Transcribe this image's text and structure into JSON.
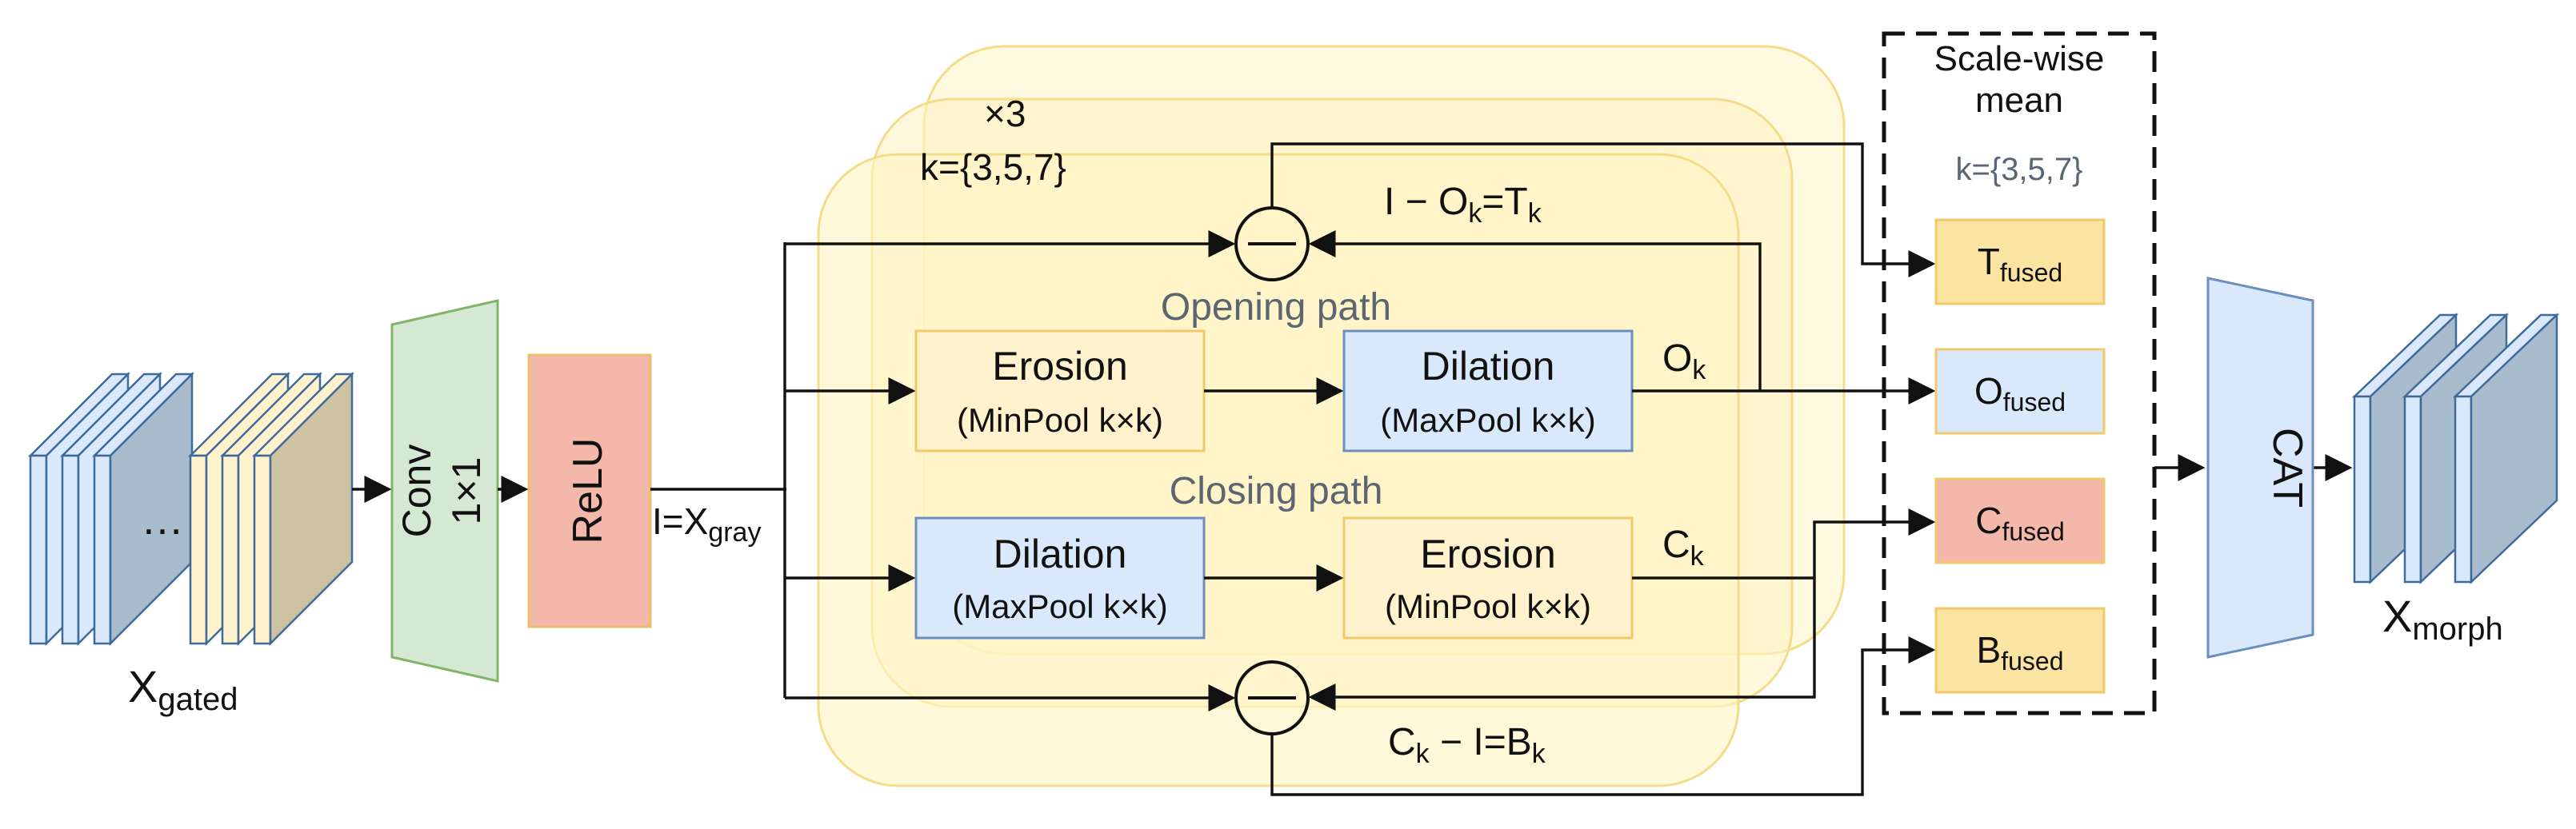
{
  "colors": {
    "blue_fill": "#dae8fc",
    "blue_stroke": "#6c8ebf",
    "yellow_fill": "#fff2cc",
    "yellow_stroke": "#d6b656",
    "red_fill": "#f4b8aa",
    "red_stroke": "#e8c06a",
    "green_fill": "#d5e8d4",
    "green_stroke": "#82b366",
    "khaki_fill": "#cdc3a3",
    "slate_fill": "#a9bccd",
    "glow_fill": "#fff4c4",
    "glow_stroke": "#f5dc8a",
    "path_label": "#5c6572"
  },
  "input": {
    "label": "X",
    "sub": "gated",
    "ellipsis": "…"
  },
  "conv": {
    "line1": "Conv",
    "line2": "1×1"
  },
  "relu": {
    "label": "ReLU"
  },
  "gray": {
    "label": "I=X",
    "sub": "gray"
  },
  "repeat": {
    "times": "×3",
    "kernels": "k={3,5,7}"
  },
  "opening": {
    "title": "Opening path",
    "erosion": {
      "name": "Erosion",
      "op": "(MinPool k×k)"
    },
    "dilation": {
      "name": "Dilation",
      "op": "(MaxPool k×k)"
    },
    "out": {
      "label": "O",
      "sub": "k"
    }
  },
  "closing": {
    "title": "Closing path",
    "dilation": {
      "name": "Dilation",
      "op": "(MaxPool k×k)"
    },
    "erosion": {
      "name": "Erosion",
      "op": "(MinPool k×k)"
    },
    "out": {
      "label": "C",
      "sub": "k"
    }
  },
  "tophat": {
    "a": "I − O",
    "a_sub": "k",
    "b": "=T",
    "b_sub": "k"
  },
  "blackhat": {
    "a": "C",
    "a_sub": "k",
    "b": " − I=B",
    "b_sub": "k"
  },
  "scale_mean": {
    "line1": "Scale-wise",
    "line2": "mean",
    "kernels": "k={3,5,7}",
    "items": [
      {
        "label": "T",
        "sub": "fused"
      },
      {
        "label": "O",
        "sub": "fused"
      },
      {
        "label": "C",
        "sub": "fused"
      },
      {
        "label": "B",
        "sub": "fused"
      }
    ]
  },
  "cat": {
    "label": "CAT"
  },
  "output": {
    "label": "X",
    "sub": "morph"
  }
}
